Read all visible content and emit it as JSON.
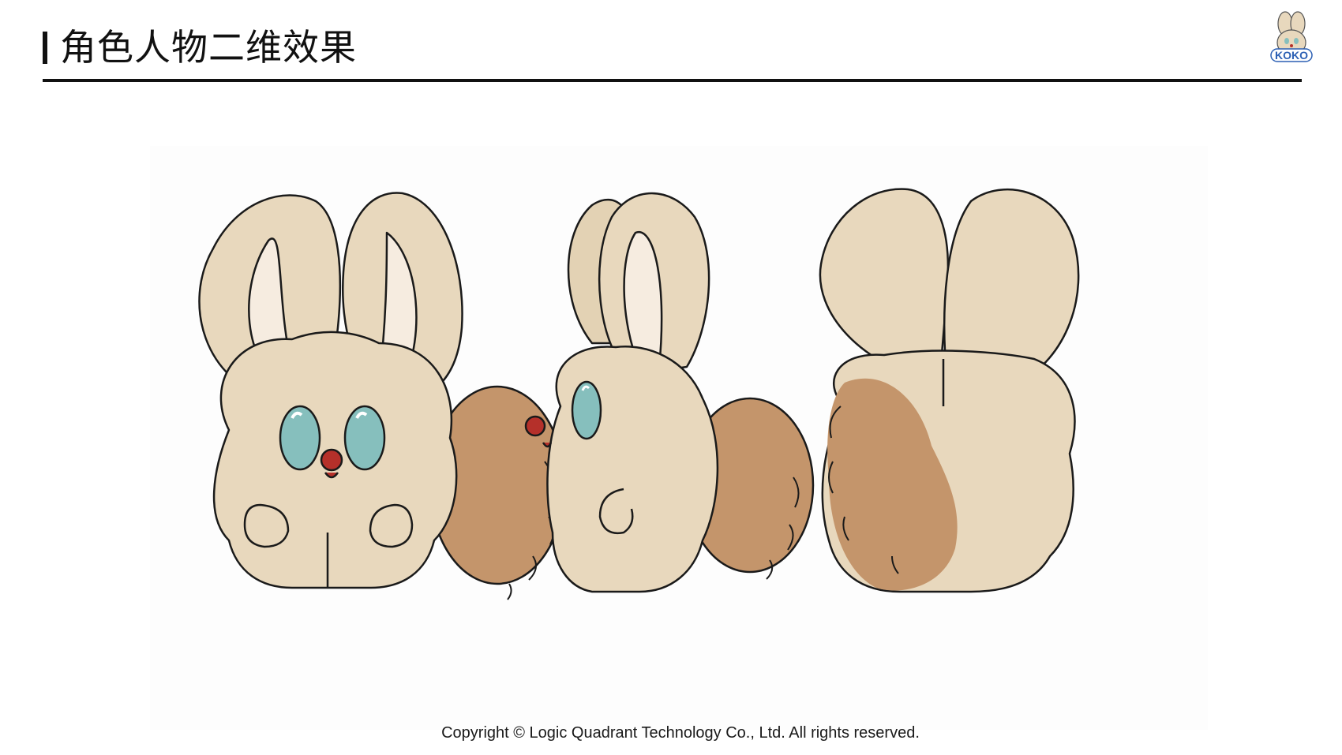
{
  "header": {
    "title": "角色人物二维效果",
    "logo_text": "KOKO"
  },
  "figure": {
    "views": [
      "front",
      "side",
      "back"
    ],
    "icon": "rabbit-character-turnaround"
  },
  "colors": {
    "fur": "#e8d8bd",
    "inner_ear": "#f6ece0",
    "tail": "#c4956b",
    "eye": "#86bfbd",
    "nose": "#b5302a",
    "outline": "#1a1a1a",
    "logo_blue": "#2b5fb4"
  },
  "footer": {
    "copyright": "Copyright © Logic Quadrant Technology Co., Ltd. All rights reserved."
  }
}
